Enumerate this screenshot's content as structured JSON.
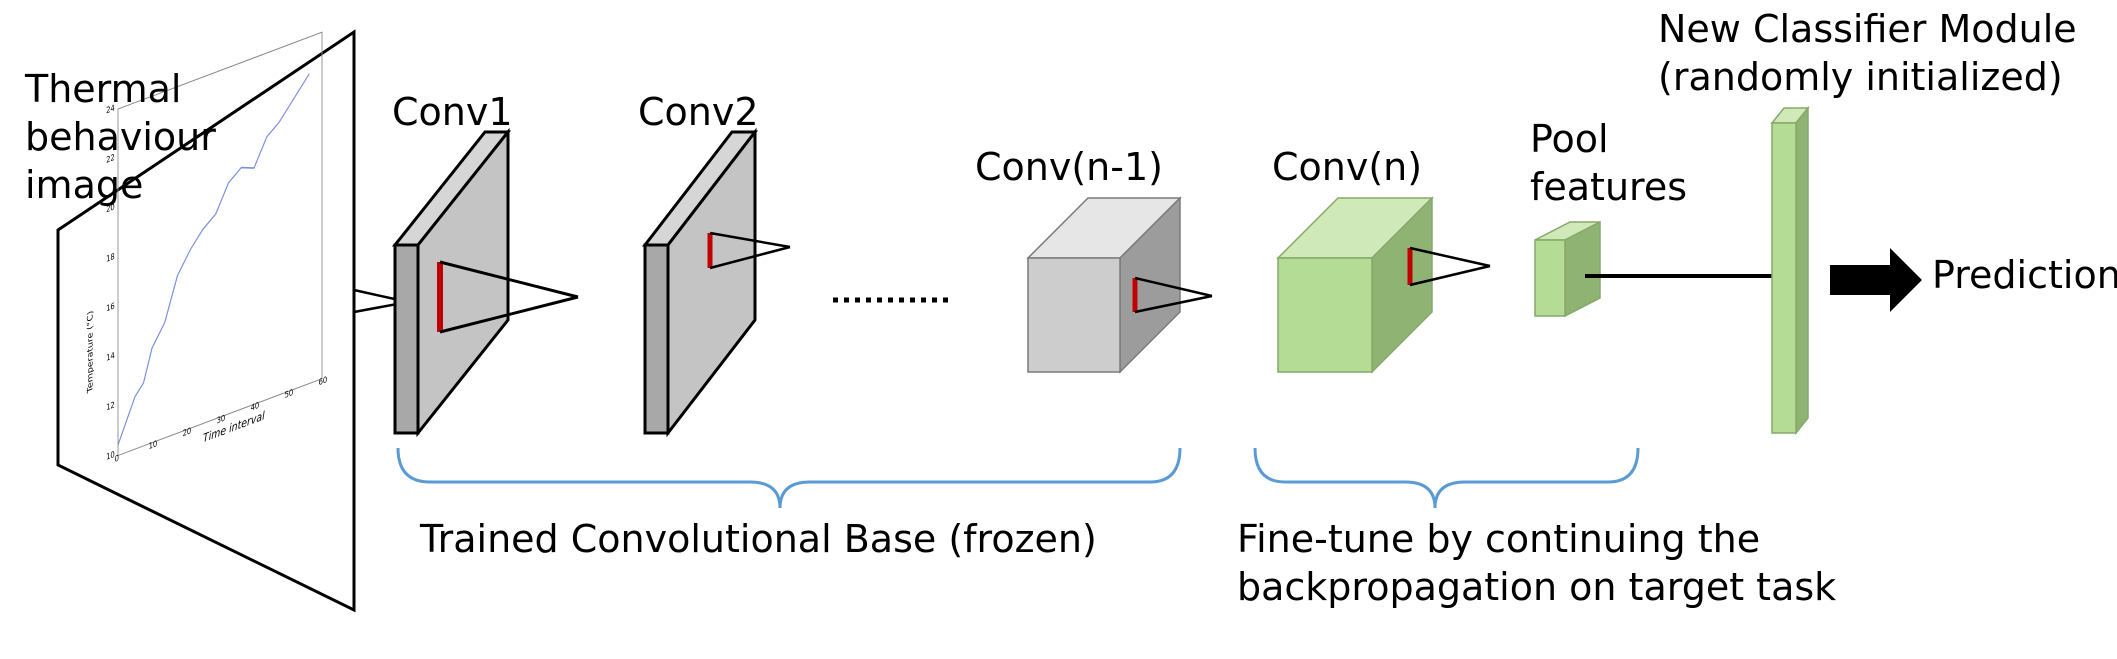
{
  "labels": {
    "input_line1": "Thermal",
    "input_line2": "behaviour",
    "input_line3": "image",
    "conv1": "Conv1",
    "conv2": "Conv2",
    "conv_n_minus_1": "Conv(n-1)",
    "conv_n": "Conv(n)",
    "pool_line1": "Pool",
    "pool_line2": "features",
    "classifier_line1": "New Classifier Module",
    "classifier_line2": "(randomly initialized)",
    "prediction": "Prediction",
    "frozen_base": "Trained Convolutional Base (frozen)",
    "finetune_line1": "Fine-tune by continuing the",
    "finetune_line2": "backpropagation on target task"
  },
  "mini_plot": {
    "xlabel": "Time interval",
    "ylabel": "Temperature (°C)",
    "x_ticks": [
      "0",
      "10",
      "20",
      "30",
      "40",
      "50",
      "60"
    ],
    "y_ticks": [
      "10",
      "12",
      "14",
      "16",
      "18",
      "20",
      "22",
      "24"
    ]
  },
  "colors": {
    "frozen_gray": "#c8c8c8",
    "frozen_dark": "#9a9a9a",
    "green_front": "#b5dc95",
    "green_top": "#cfe9b8",
    "green_side": "#8fb373",
    "brace_blue": "#5b9bd5",
    "kernel_red": "#c00000",
    "plot_line": "#7b8fe0"
  }
}
